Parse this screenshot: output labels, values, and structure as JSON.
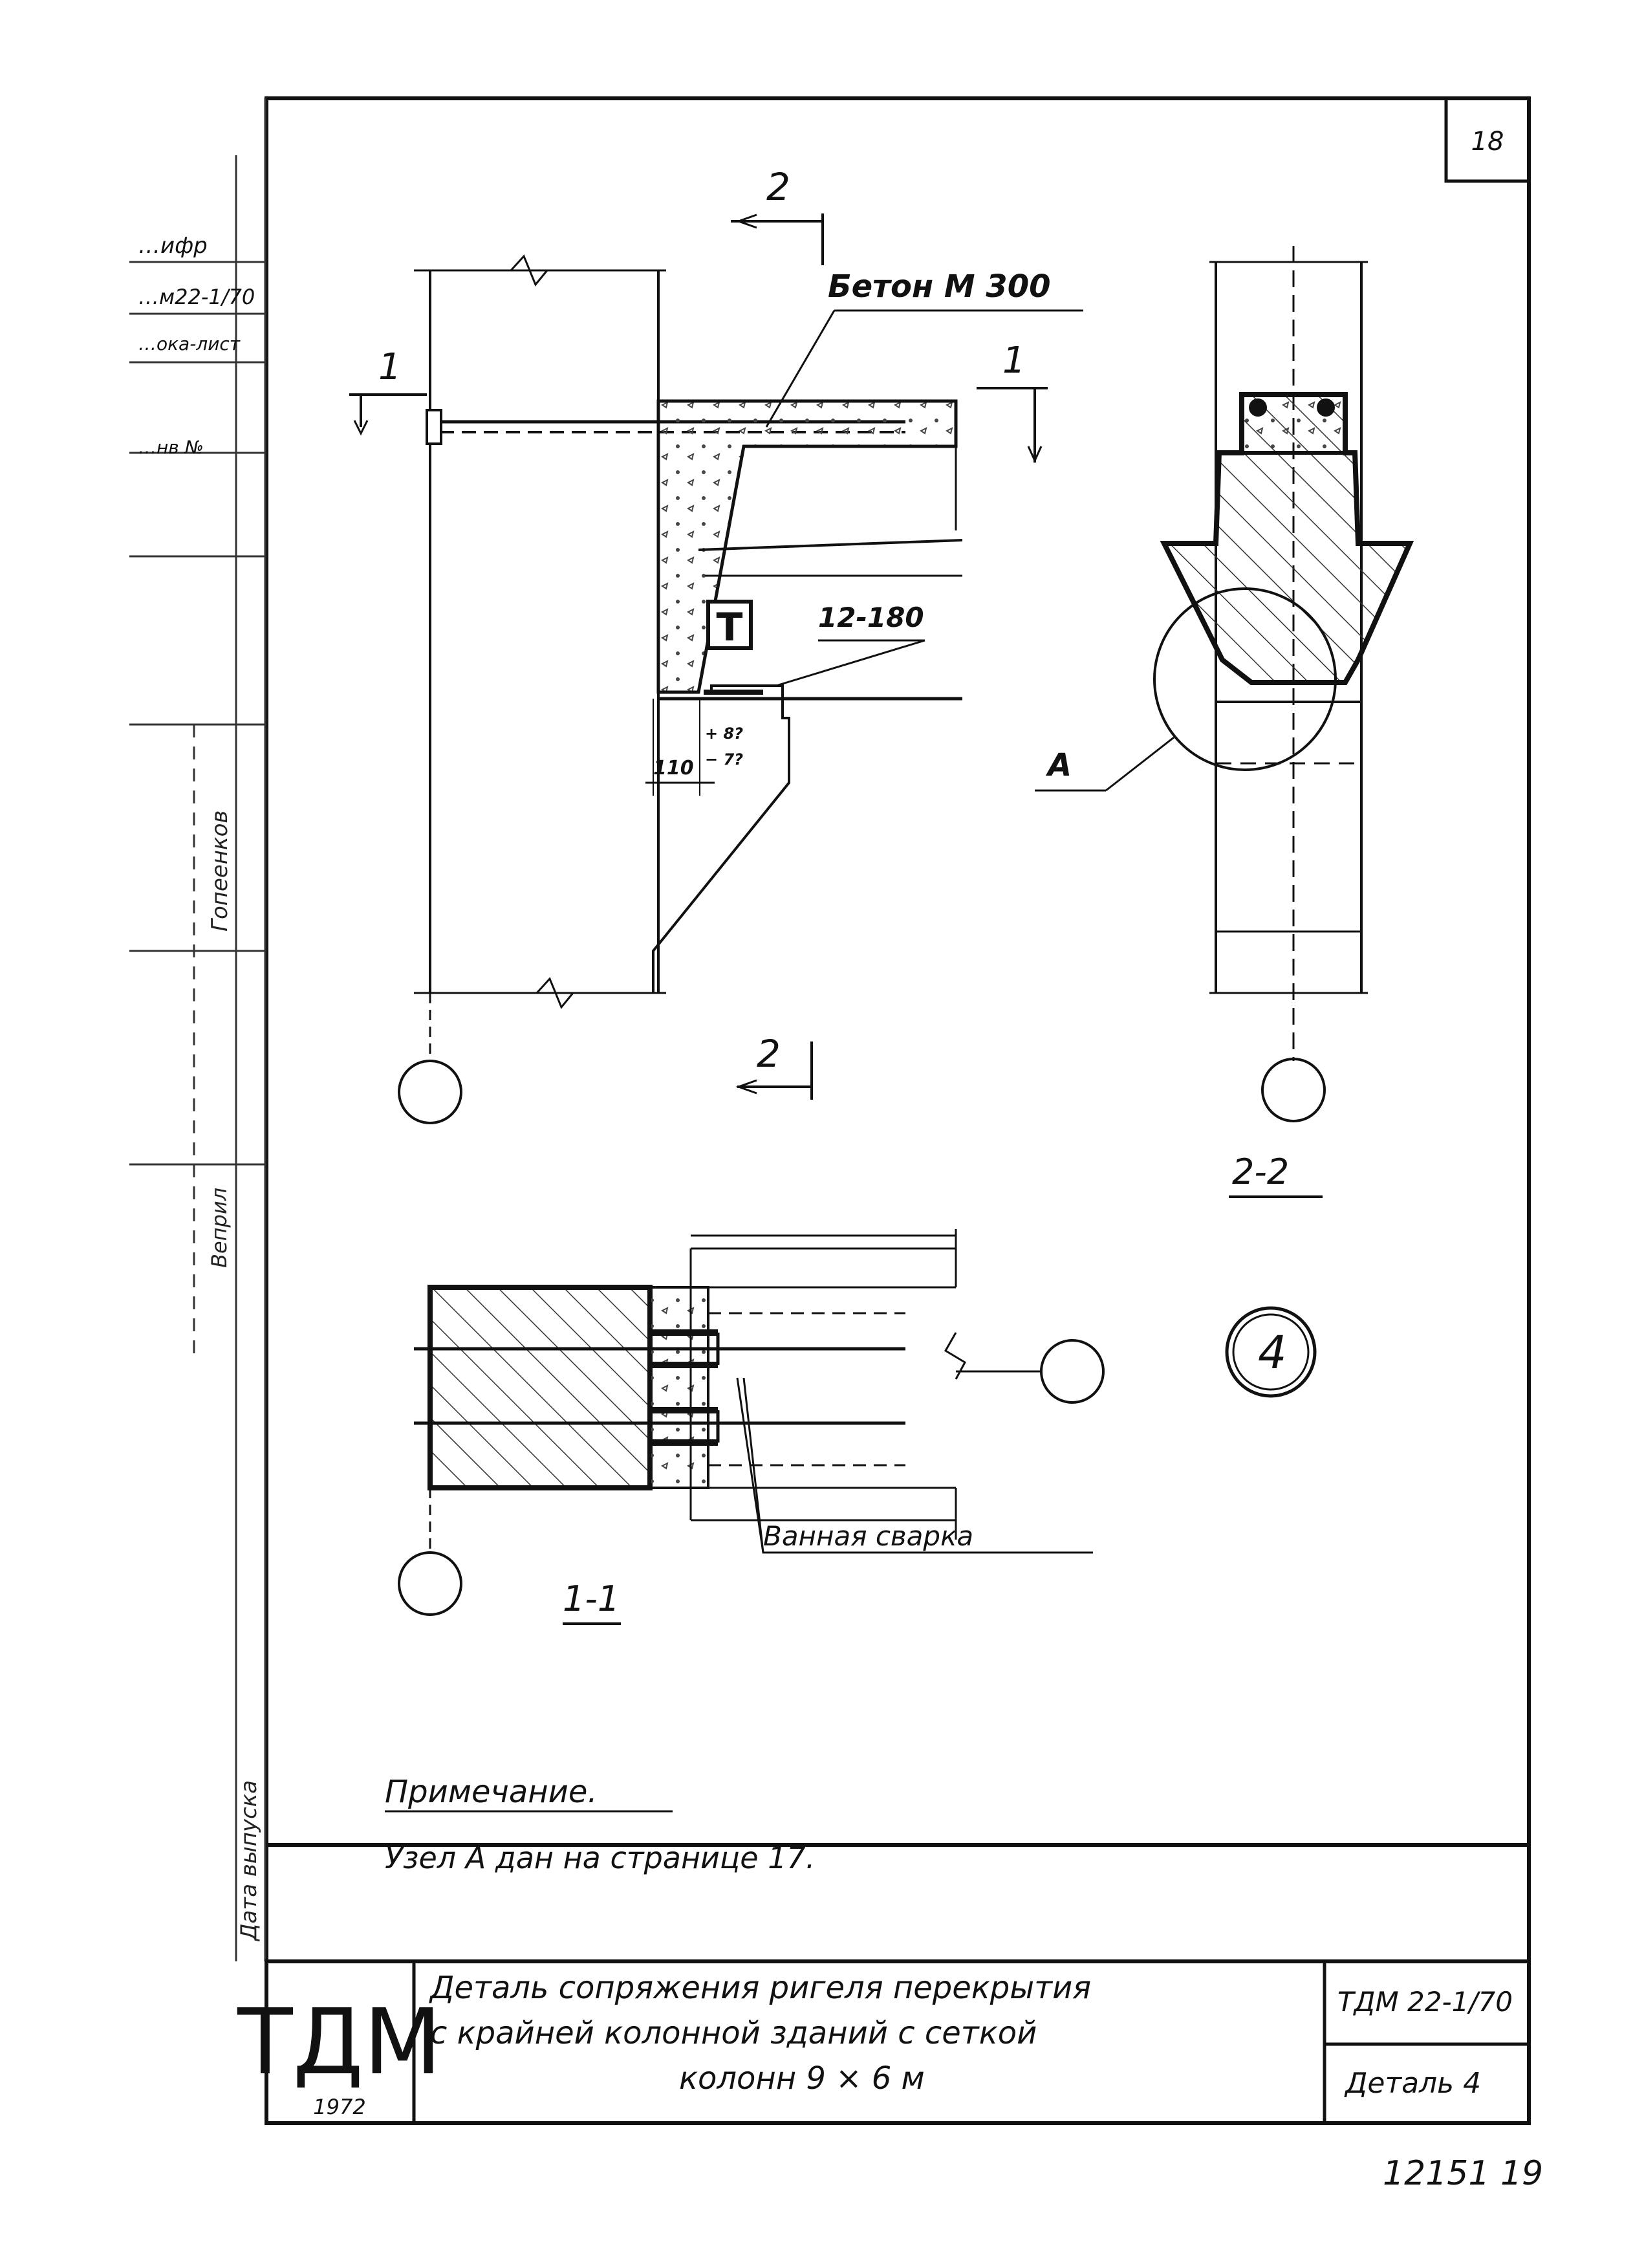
{
  "sheet": {
    "page_number": "18",
    "stamp": "12151  19"
  },
  "left_strip": {
    "labels": [
      "…ифр",
      "…м22-1/70",
      "…ока-лист",
      "…нв №"
    ],
    "vertical_labels": [
      "Гопеенков",
      "Веприл",
      "Дата выпуска"
    ]
  },
  "drawing": {
    "concrete_label": "Бетон М 300",
    "dimension_12_180": "12-180",
    "dimension_110": "110",
    "tolerance_upper": "+ 8?",
    "tolerance_lower": "− 7?",
    "stamp_symbol": "Т",
    "welding_label": "Ванная сварка",
    "detail_label": "А",
    "detail_number": "4",
    "cut_marks": {
      "section1": "1",
      "section2": "2"
    },
    "section_titles": {
      "s11": "1-1",
      "s22": "2-2"
    }
  },
  "note": {
    "title": "Примечание.",
    "text": "Узел А дан на странице 17."
  },
  "title_block": {
    "logo": "ТДМ",
    "year": "1972",
    "title_lines": [
      "Деталь сопряжения ригеля перекрытия",
      "с крайней колонной зданий с сеткой",
      "колонн 9 × 6 м"
    ],
    "code": "ТДМ 22-1/70",
    "sheet_label": "Деталь 4"
  }
}
